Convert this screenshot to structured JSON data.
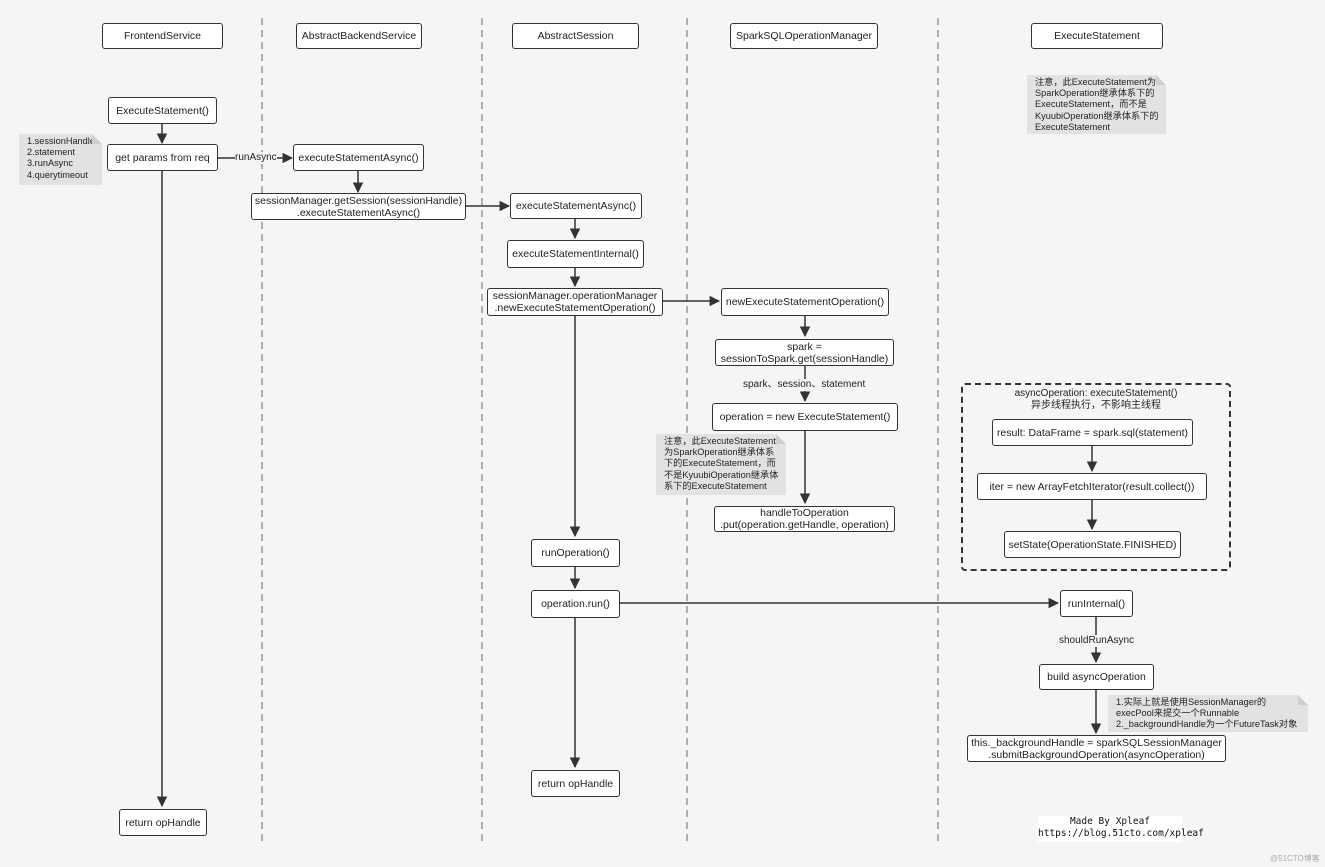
{
  "lanes": [
    {
      "id": "frontend",
      "label": "FrontendService"
    },
    {
      "id": "backend",
      "label": "AbstractBackendService"
    },
    {
      "id": "session",
      "label": "AbstractSession"
    },
    {
      "id": "opmanager",
      "label": "SparkSQLOperationManager"
    },
    {
      "id": "execstmt",
      "label": "ExecuteStatement"
    }
  ],
  "nodes": {
    "fs_execute": "ExecuteStatement()",
    "fs_getparams": "get params from req",
    "fs_return": "return opHandle",
    "bs_async": "executeStatementAsync()",
    "bs_getsession": "sessionManager.getSession(sessionHandle)\n.executeStatementAsync()",
    "as_async": "executeStatementAsync()",
    "as_internal": "executeStatementInternal()",
    "as_newop": "sessionManager.operationManager\n.newExecuteStatementOperation()",
    "as_runop": "runOperation()",
    "as_oprun": "operation.run()",
    "as_return": "return opHandle",
    "om_newop": "newExecuteStatementOperation()",
    "om_spark": "spark =\nsessionToSpark.get(sessionHandle)",
    "om_operation": "operation = new ExecuteStatement()",
    "om_handle": "handleToOperation\n.put(operation.getHandle, operation)",
    "es_sql": "result: DataFrame = spark.sql(statement)",
    "es_iter": "iter = new ArrayFetchIterator(result.collect())",
    "es_setstate": "setState(OperationState.FINISHED)",
    "es_runinternal": "runInternal()",
    "es_build": "build asyncOperation",
    "es_submit": "this._backgroundHandle = sparkSQLSessionManager\n.submitBackgroundOperation(asyncOperation)"
  },
  "edge_labels": {
    "run_async": "runAsync",
    "spark_args": "spark、session、statement",
    "should_run_async": "shouldRunAsync"
  },
  "notes": {
    "params": "1.sessionHandle\n2.statement\n3.runAsync\n4.querytimeout",
    "exec_stmt_top": "注意，此ExecuteStatement为\nSparkOperation继承体系下的\nExecuteStatement，而不是\nKyuubiOperation继承体系下的\nExecuteStatement",
    "exec_stmt_mid": "注意，此ExecuteStatement\n为SparkOperation继承体系\n下的ExecuteStatement，而\n不是KyuubiOperation继承体\n系下的ExecuteStatement",
    "submit": "1.实际上就是使用SessionManager的\nexecPool来提交一个Runnable\n2._backgroundHandle为一个FutureTask对象"
  },
  "async_group": {
    "title": "asyncOperation: executeStatement()\n异步线程执行，不影响主线程"
  },
  "credit": "Made By Xpleaf\nhttps://blog.51cto.com/xpleaf",
  "watermark": "@51CTO博客"
}
